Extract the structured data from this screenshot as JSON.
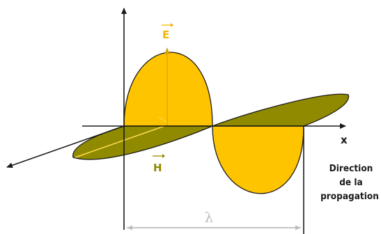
{
  "diagram": {
    "labels": {
      "electric_field": "E",
      "magnetic_field": "H",
      "axis": "x",
      "direction_line1": "Direction",
      "direction_line2": "de la",
      "direction_line3": "propagation",
      "wavelength": "λ"
    },
    "colors": {
      "electric_wave": "#ffc400",
      "electric_label": "#f4b400",
      "magnetic_wave": "#8f8a00",
      "magnetic_label": "#8f8a00",
      "outline": "#1a1a1a",
      "wavelength_marker": "#bdbdbd"
    }
  }
}
